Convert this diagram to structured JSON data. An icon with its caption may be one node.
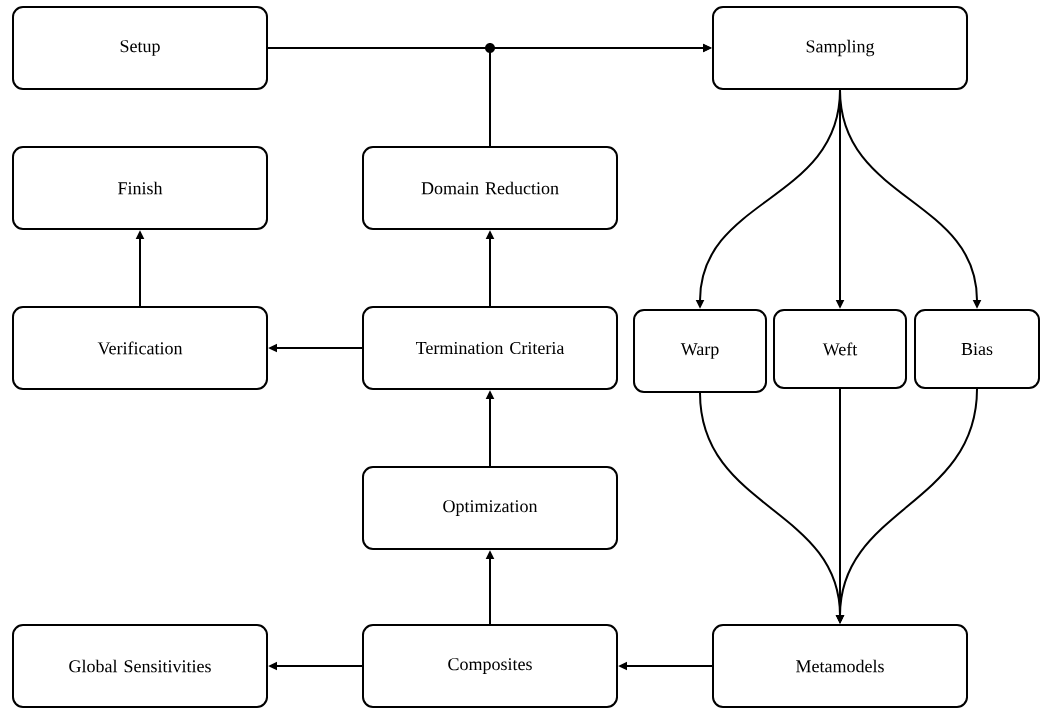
{
  "diagram": {
    "nodes": [
      {
        "text": [
          "Setup"
        ]
      },
      {
        "text": [
          "Sampling"
        ]
      },
      {
        "text": [
          "Finish"
        ]
      },
      {
        "text": [
          "Domain Reduction"
        ]
      },
      {
        "text": [
          "Verification"
        ]
      },
      {
        "text": [
          "Termination Criteria"
        ]
      },
      {
        "text": [
          "Warp"
        ]
      },
      {
        "text": [
          "Weft"
        ]
      },
      {
        "text": [
          "Bias"
        ]
      },
      {
        "text": [
          "Optimization"
        ]
      },
      {
        "text": [
          "Global Sensitivities"
        ]
      },
      {
        "text": [
          "Composites"
        ]
      },
      {
        "text": [
          "Metamodels"
        ]
      }
    ],
    "edges": [
      {
        "from": 0,
        "to": 1,
        "arrow": "to"
      },
      {
        "from": 3,
        "to": 1,
        "arrow": "to"
      },
      {
        "from": 1,
        "to": 6,
        "arrow": "to"
      },
      {
        "from": 1,
        "to": 7,
        "arrow": "to"
      },
      {
        "from": 1,
        "to": 8,
        "arrow": "to"
      },
      {
        "from": 6,
        "to": 12,
        "arrow": "to"
      },
      {
        "from": 7,
        "to": 12,
        "arrow": "to"
      },
      {
        "from": 8,
        "to": 12,
        "arrow": "to"
      },
      {
        "from": 12,
        "to": 11,
        "arrow": "to"
      },
      {
        "from": 11,
        "to": 10,
        "arrow": "to"
      },
      {
        "from": 11,
        "to": 9,
        "arrow": "to"
      },
      {
        "from": 9,
        "to": 5,
        "arrow": "to"
      },
      {
        "from": 5,
        "to": 3,
        "arrow": "to"
      },
      {
        "from": 5,
        "to": 4,
        "arrow": "to"
      },
      {
        "from": 4,
        "to": 2,
        "arrow": "to"
      }
    ]
  }
}
